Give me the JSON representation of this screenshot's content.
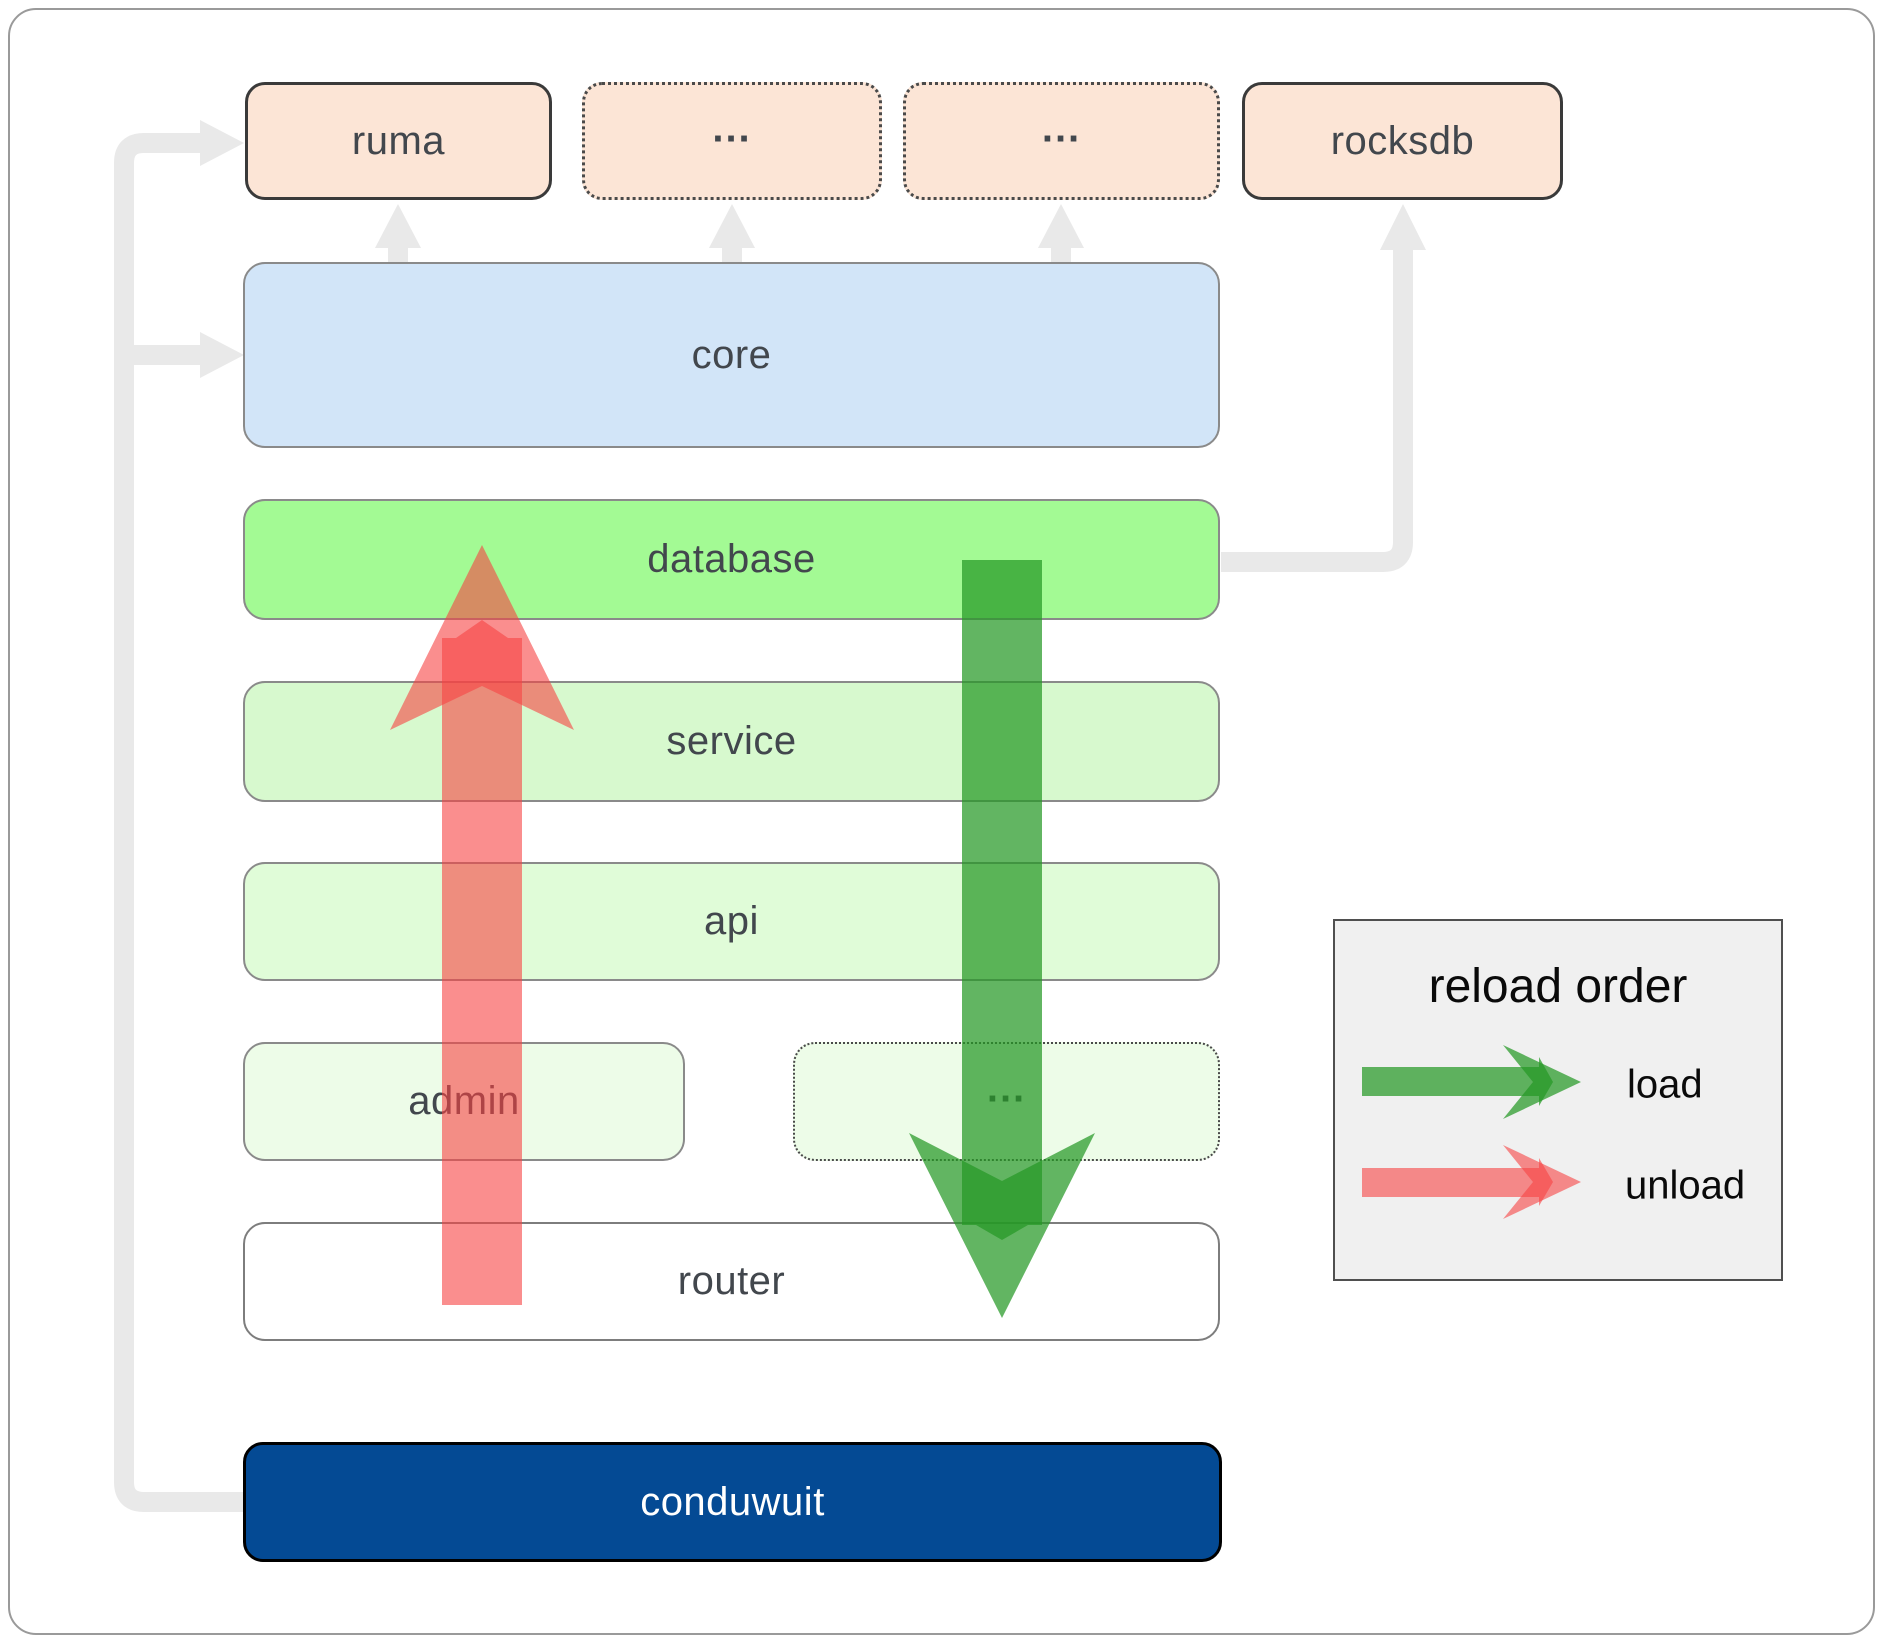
{
  "nodes": {
    "ruma": "ruma",
    "other_top_1": "...",
    "other_top_2": "...",
    "rocksdb": "rocksdb",
    "core": "core",
    "database": "database",
    "service": "service",
    "api": "api",
    "admin": "admin",
    "other_admin": "...",
    "router": "router",
    "conduwuit": "conduwuit"
  },
  "legend": {
    "title": "reload order",
    "load_label": "load",
    "unload_label": "unload"
  },
  "colors": {
    "load_arrow": "#259825",
    "unload_arrow": "#f64242",
    "connector": "#e9e9e9",
    "core_fill": "#d2e5f8",
    "database_fill": "#a3fa94",
    "service_fill": "#d7f9ce",
    "api_fill": "#e0fcd8",
    "admin_fill": "#edfce8",
    "top_row_fill": "#fce5d6",
    "conduwuit_fill": "#044a94",
    "legend_bg": "#f0f0f0"
  }
}
